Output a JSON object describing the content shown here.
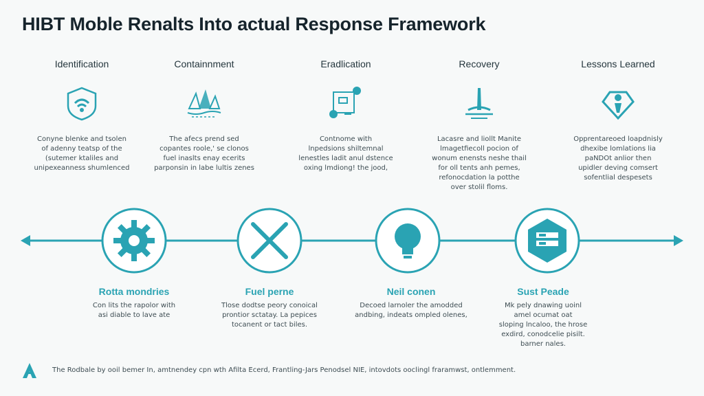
{
  "title": "HIBT Moble Renalts Into actual Response Framework",
  "colors": {
    "accent": "#2aa3b3",
    "text": "#2b3a40",
    "background": "#f7f9f9"
  },
  "phases": [
    {
      "title": "Identification",
      "icon": "shield-wifi-icon",
      "desc": "Conyne blenke and tsolen\nof adenny teatsp of the\n(sutemer ktaliles and\nunipexeanness shumlenced"
    },
    {
      "title": "Containnment",
      "icon": "boats-icon",
      "desc": "The afecs prend sed\ncopantes roole,' se clonos\nfuel inaslts enay ecerits\nparponsin in labe lultis zenes"
    },
    {
      "title": "Eradlication",
      "icon": "dashboard-icon",
      "desc": "Contnome with\nlnpedsions shiltemnal\nlenestles ladit anul dstence\noxing lmdiong! the jood,"
    },
    {
      "title": "Recovery",
      "icon": "fountain-icon",
      "desc": "Lacasre and liollt Manite\nlmagetfiecoll pocion of\nwonum enensts neshe thail\nfor oll tents anh pemes,\nrefonocdation la potthe\nover stolil floms."
    },
    {
      "title": "Lessons Learned",
      "icon": "diamond-person-icon",
      "desc": "Opprentareoed loapdnisly\ndhexibe lomlations lia\npaNDOt anlior then\nupidler deving comsert\nsofentlial despesets"
    }
  ],
  "steps": [
    {
      "title": "Rotta mondries",
      "icon": "gear-icon",
      "desc": "Con lits the rapolor with\nasi diable to lave ate"
    },
    {
      "title": "Fuel perne",
      "icon": "x-icon",
      "desc": "Tlose dodtse peory conoical\nprontior sctatay. La pepices\ntocanent or tact biles."
    },
    {
      "title": "Neil conen",
      "icon": "lightbulb-icon",
      "desc": "Decoed larnoler the amodded\nandbing, indeats ompled olenes,"
    },
    {
      "title": "Sust Peade",
      "icon": "server-hexagon-icon",
      "desc": "Mk pely dnawing uoinl\namel ocumat oat\nsloping lncaloo, the hrose\nexdird, conodcelie pisilt.\nbarner nales."
    }
  ],
  "footer": {
    "logo_icon": "a-logo-icon",
    "text": "The Rodbale by ooil bemer In, amtnendey cpn wth Afilta Ecerd, Frantling-Jars Penodsel NIE, intovdots ooclingl fraramwst, ontlemment."
  }
}
